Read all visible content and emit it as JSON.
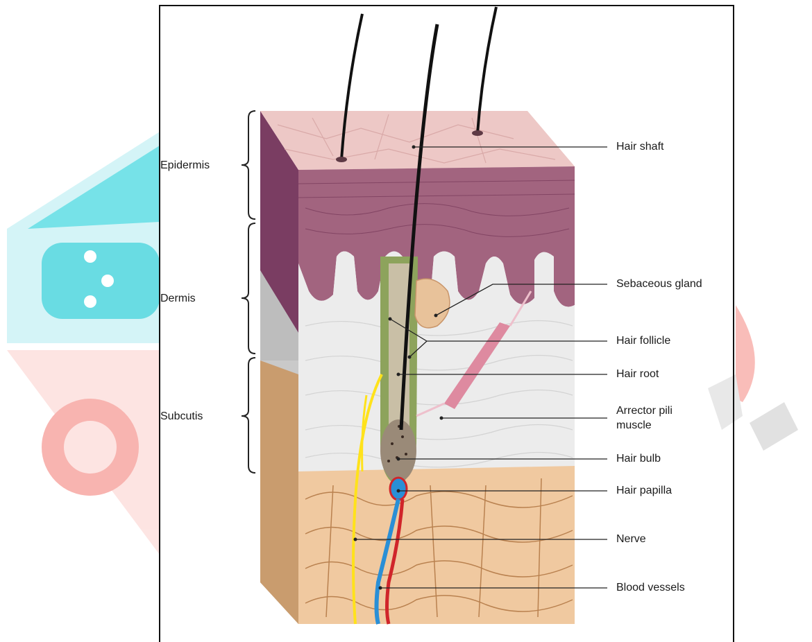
{
  "layers": {
    "epidermis": "Epidermis",
    "dermis": "Dermis",
    "subcutis": "Subcutis"
  },
  "structures": {
    "hair_shaft": "Hair shaft",
    "sebaceous_gland": "Sebaceous gland",
    "hair_follicle": "Hair follicle",
    "hair_root": "Hair root",
    "arrector_pili_muscle_line1": "Arrector pili",
    "arrector_pili_muscle_line2": "muscle",
    "hair_bulb": "Hair bulb",
    "hair_papilla": "Hair papilla",
    "nerve": "Nerve",
    "blood_vessels": "Blood vessels"
  },
  "colors": {
    "epidermis_top": "#ecc6c4",
    "epidermis": "#a2647f",
    "dermis": "#ececec",
    "subcutis": "#f0c9a0",
    "watermark_cyan": "#3fd2dd",
    "watermark_red": "#f6a9a4",
    "nerve": "#ffe21b",
    "artery": "#d0252a",
    "vein": "#2a8fd6",
    "muscle": "#de8aa0",
    "follicle": "#8da35c",
    "gland": "#e8c29a"
  }
}
